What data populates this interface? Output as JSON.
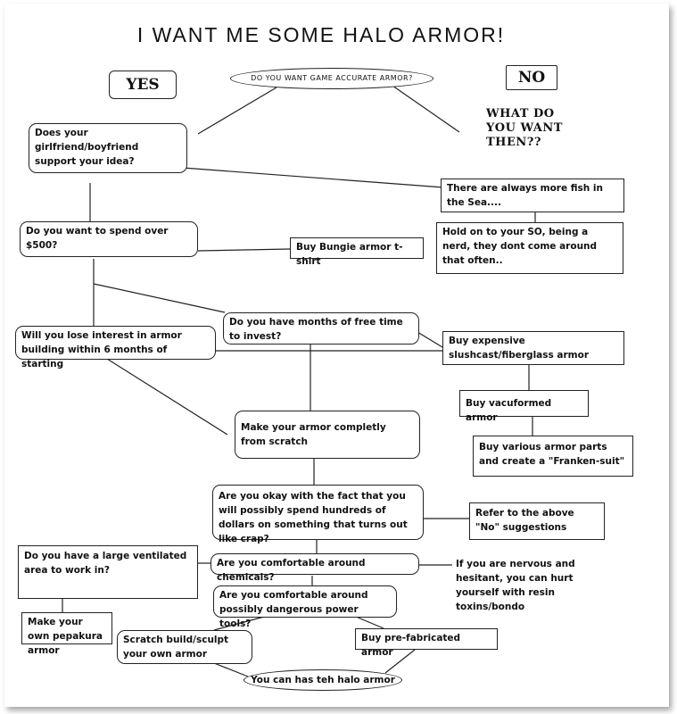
{
  "title": "I WANT ME SOME HALO ARMOR!",
  "nodes": {
    "yes": "YES",
    "no": "NO",
    "q_accurate": "DO YOU WANT GAME ACCURATE ARMOR?",
    "what_want": "WHAT DO YOU WANT THEN??",
    "q_support": "Does your girlfriend/boyfriend support your idea?",
    "fish": "There are always more fish in the Sea....",
    "hold_on": "Hold on to your SO, being a nerd, they dont come around that often..",
    "q_spend": "Do you want to spend over $500?",
    "tshirt": "Buy Bungie armor t-shirt",
    "q_interest": "Will you lose interest in armor building within 6 months of starting",
    "q_months": "Do you have months of free time to invest?",
    "slushcast": "Buy expensive slushcast/fiberglass armor",
    "vacuformed": "Buy vacuformed armor",
    "scratch": "Make your armor completly from scratch",
    "franken": "Buy various armor parts and create a \"Franken-suit\"",
    "q_okay": "Are you okay with the fact that you will possibly spend hundreds of dollars on something that turns out like crap?",
    "refer": "Refer to the above \"No\" suggestions",
    "q_ventilated": "Do you have a large ventilated area to work in?",
    "q_chemicals": "Are you comfortable around chemicals?",
    "nervous": "If you are nervous and hesitant, you can hurt yourself with resin toxins/bondo",
    "q_power": "Are you comfortable around possibly dangerous power tools?",
    "pepakura": "Make your own pepakura armor",
    "sculpt": "Scratch build/sculpt your own armor",
    "prefab": "Buy pre-fabricated armor",
    "halo": "You can has teh halo armor"
  }
}
